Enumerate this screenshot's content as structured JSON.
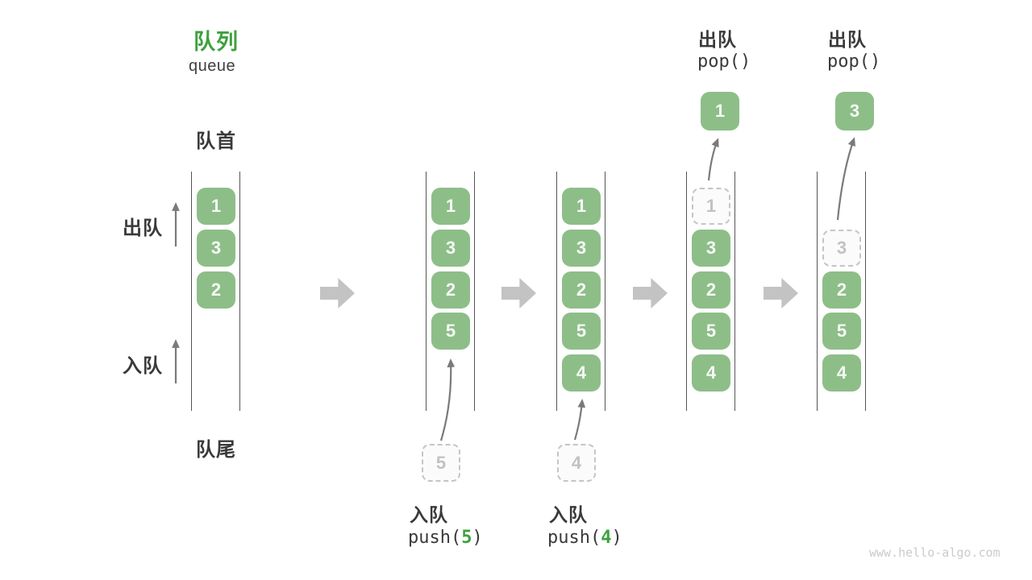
{
  "header": {
    "title": "队列",
    "subtitle": "queue"
  },
  "side_labels": {
    "front": "队首",
    "rear": "队尾",
    "dequeue": "出队",
    "enqueue": "入队"
  },
  "watermark": "www.hello-algo.com",
  "colors": {
    "accent_green": "#3ea13e",
    "box_green": "#8dbe88",
    "block_arrow_gray": "#c3c3c3",
    "thin_arrow_gray": "#7a7a7a",
    "dashed_gray": "#c5c5c5",
    "text_dark": "#3a3a3a"
  },
  "states": [
    {
      "slots": [
        {
          "slot": 1,
          "value": "1",
          "variant": "solid"
        },
        {
          "slot": 2,
          "value": "3",
          "variant": "solid"
        },
        {
          "slot": 3,
          "value": "2",
          "variant": "solid"
        }
      ]
    },
    {
      "slots": [
        {
          "slot": 1,
          "value": "1",
          "variant": "solid"
        },
        {
          "slot": 2,
          "value": "3",
          "variant": "solid"
        },
        {
          "slot": 3,
          "value": "2",
          "variant": "solid"
        },
        {
          "slot": 4,
          "value": "5",
          "variant": "solid"
        }
      ],
      "staged": {
        "value": "5",
        "action_label": "入队",
        "code_prefix": "push(",
        "code_arg": "5",
        "code_suffix": ")"
      }
    },
    {
      "slots": [
        {
          "slot": 1,
          "value": "1",
          "variant": "solid"
        },
        {
          "slot": 2,
          "value": "3",
          "variant": "solid"
        },
        {
          "slot": 3,
          "value": "2",
          "variant": "solid"
        },
        {
          "slot": 4,
          "value": "5",
          "variant": "solid"
        },
        {
          "slot": 5,
          "value": "4",
          "variant": "solid"
        }
      ],
      "staged": {
        "value": "4",
        "action_label": "入队",
        "code_prefix": "push(",
        "code_arg": "4",
        "code_suffix": ")"
      }
    },
    {
      "slots": [
        {
          "slot": 1,
          "value": "1",
          "variant": "dashed"
        },
        {
          "slot": 2,
          "value": "3",
          "variant": "solid"
        },
        {
          "slot": 3,
          "value": "2",
          "variant": "solid"
        },
        {
          "slot": 4,
          "value": "5",
          "variant": "solid"
        },
        {
          "slot": 5,
          "value": "4",
          "variant": "solid"
        }
      ],
      "popped": {
        "value": "1",
        "action_label": "出队",
        "code_label": "pop()"
      }
    },
    {
      "slots": [
        {
          "slot": 2,
          "value": "3",
          "variant": "dashed"
        },
        {
          "slot": 3,
          "value": "2",
          "variant": "solid"
        },
        {
          "slot": 4,
          "value": "5",
          "variant": "solid"
        },
        {
          "slot": 5,
          "value": "4",
          "variant": "solid"
        }
      ],
      "popped": {
        "value": "3",
        "action_label": "出队",
        "code_label": "pop()"
      }
    }
  ]
}
